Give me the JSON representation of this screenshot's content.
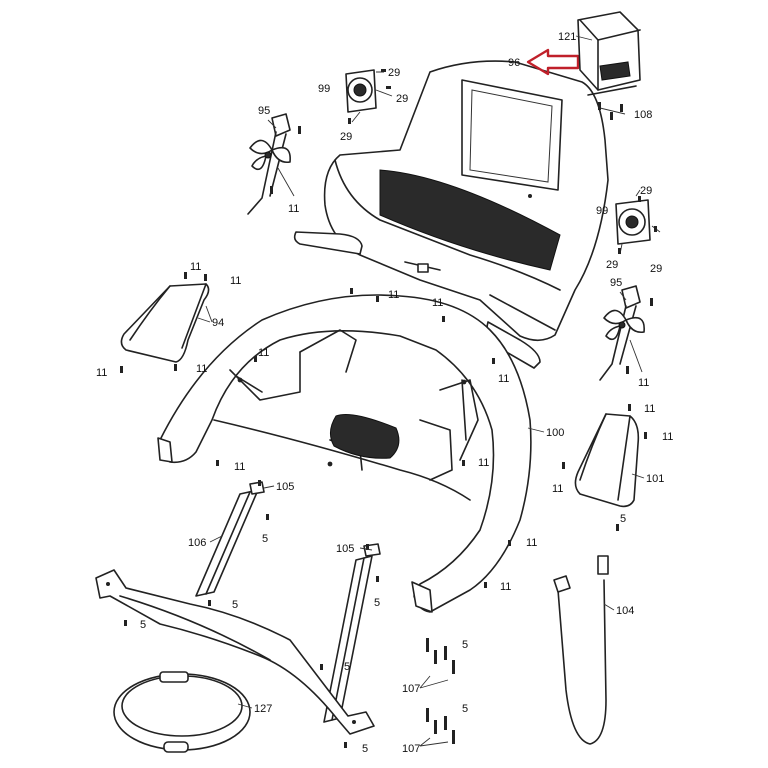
{
  "diagram": {
    "labels": {
      "l96": "96",
      "l121": "121",
      "l108": "108",
      "l99a": "99",
      "l99b": "99",
      "l95a": "95",
      "l95b": "95",
      "l94": "94",
      "l100": "100",
      "l101": "101",
      "l104": "104",
      "l105a": "105",
      "l105b": "105",
      "l106": "106",
      "l107a": "107",
      "l107b": "107",
      "l127": "127",
      "s29a": "29",
      "s29b": "29",
      "s29c": "29",
      "s29d": "29",
      "s29e": "29",
      "s29f": "29",
      "s11a": "11",
      "s11b": "11",
      "s11c": "11",
      "s11d": "11",
      "s11e": "11",
      "s11f": "11",
      "s11g": "11",
      "s11h": "11",
      "s11i": "11",
      "s11j": "11",
      "s11k": "11",
      "s11l": "11",
      "s11m": "11",
      "s11n": "11",
      "s11o": "11",
      "s11p": "11",
      "s11q": "11",
      "s5a": "5",
      "s5b": "5",
      "s5c": "5",
      "s5d": "5",
      "s5e": "5",
      "s5f": "5",
      "s5g": "5",
      "s5h": "5",
      "s5i": "5"
    },
    "colors": {
      "arrow": "#c0202a",
      "line": "#222222",
      "mesh": "#2a2a2a"
    }
  }
}
